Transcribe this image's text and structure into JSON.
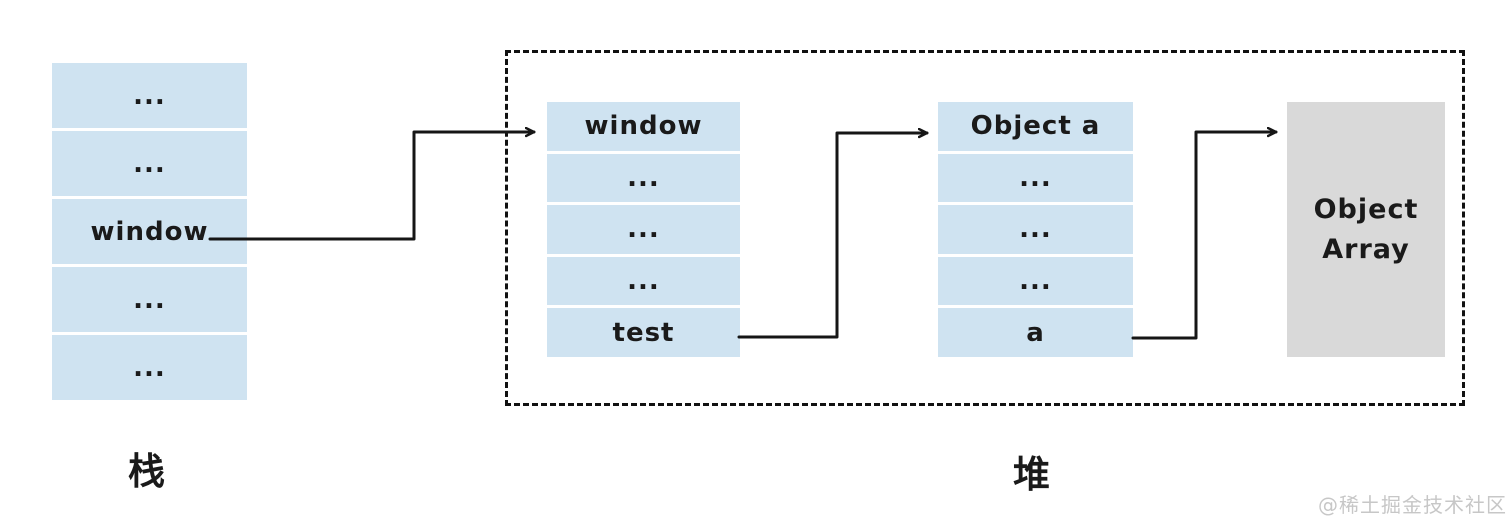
{
  "diagram": {
    "stack": {
      "label": "栈",
      "rows": [
        "...",
        "...",
        "window",
        "...",
        "..."
      ]
    },
    "heap": {
      "label": "堆",
      "objects": [
        {
          "name": "window-object",
          "rows": [
            "window",
            "...",
            "...",
            "...",
            "test"
          ]
        },
        {
          "name": "object-a",
          "rows": [
            "Object a",
            "...",
            "...",
            "...",
            "a"
          ]
        },
        {
          "name": "object-array",
          "lines": [
            "Object",
            "Array"
          ]
        }
      ]
    },
    "arrows": [
      {
        "from": "stack-window-cell",
        "to": "heap-window-object"
      },
      {
        "from": "heap-window-test-cell",
        "to": "heap-object-a"
      },
      {
        "from": "heap-object-a-a-cell",
        "to": "heap-object-array"
      }
    ],
    "watermark": "@稀土掘金技术社区",
    "colors": {
      "cell_blue": "#cfe3f1",
      "box_gray": "#d9d9d9",
      "arrow": "#161616",
      "watermark": "#c7c7c7"
    }
  }
}
